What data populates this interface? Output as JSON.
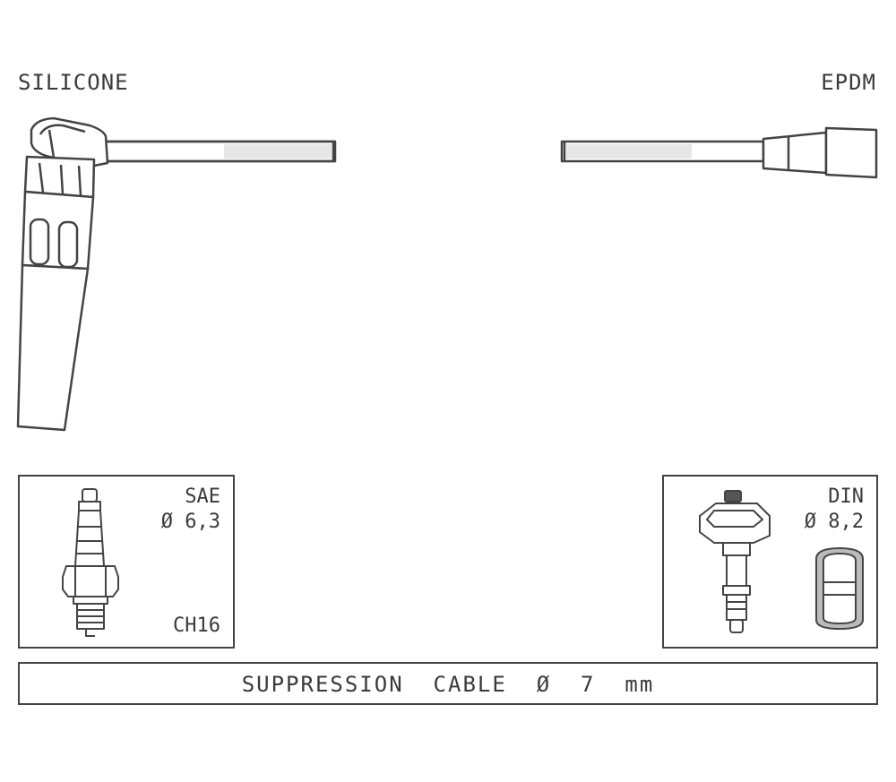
{
  "labels": {
    "left_material": "SILICONE",
    "right_material": "EPDM"
  },
  "spark_plug_box": {
    "standard": "SAE",
    "diameter": "Ø 6,3",
    "code": "CH16"
  },
  "coil_box": {
    "standard": "DIN",
    "diameter": "Ø 8,2"
  },
  "cable": {
    "label": "SUPPRESSION  CABLE  Ø  7  mm"
  },
  "icons": [
    "silicone-boot-icon",
    "epdm-boot-icon",
    "spark-plug-icon",
    "ignition-coil-icon",
    "terminal-sleeve-icon"
  ]
}
